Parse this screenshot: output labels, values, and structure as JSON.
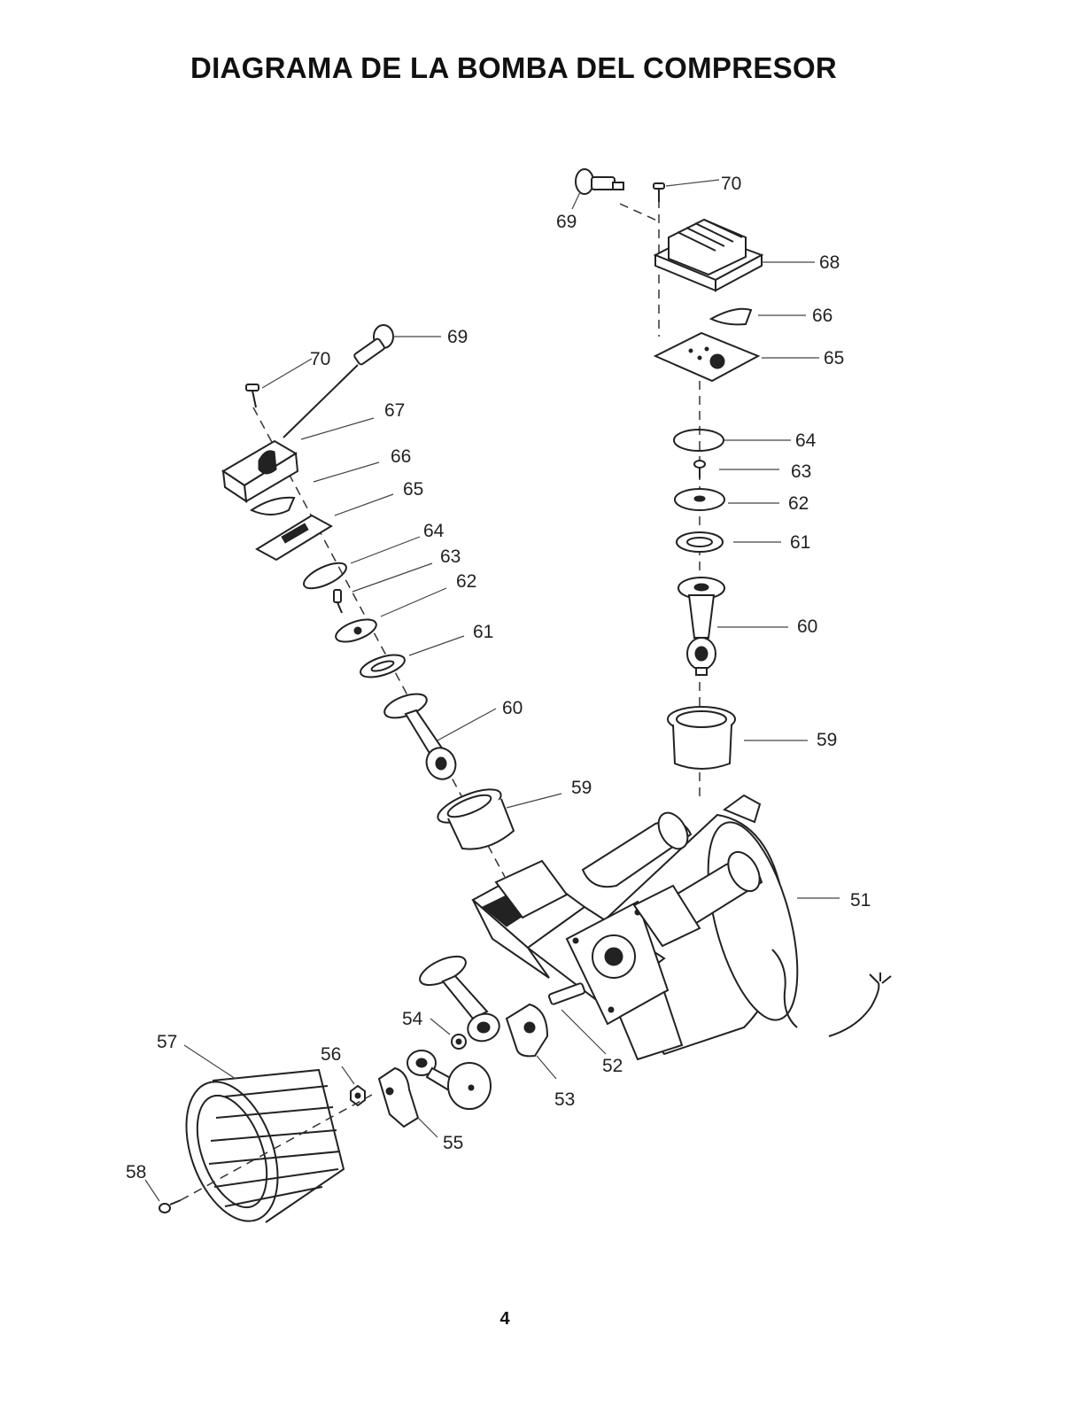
{
  "header": {
    "title": "DIAGRAMA DE LA BOMBA DEL COMPRESOR"
  },
  "callouts": {
    "p51": "51",
    "p52": "52",
    "p53": "53",
    "p54": "54",
    "p55": "55",
    "p56": "56",
    "p57": "57",
    "p58": "58",
    "l59": "59",
    "l60": "60",
    "l61": "61",
    "l62": "62",
    "l63": "63",
    "l64": "64",
    "l65": "65",
    "l66": "66",
    "l67": "67",
    "l69": "69",
    "l70": "70",
    "r59": "59",
    "r60": "60",
    "r61": "61",
    "r62": "62",
    "r63": "63",
    "r64": "64",
    "r65": "65",
    "r66": "66",
    "r68": "68",
    "r69": "69",
    "r70": "70"
  },
  "footer": {
    "page_number": "4"
  }
}
